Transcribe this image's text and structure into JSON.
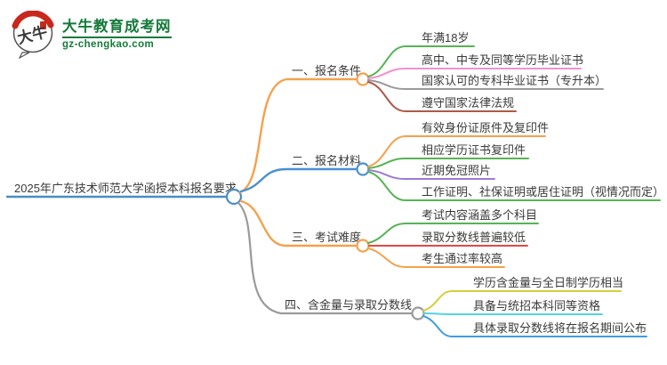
{
  "logo": {
    "badge_text": "大牛",
    "site_name": "大牛教育成考网",
    "site_url": "gz-chengkao.com",
    "brand_green": "#157a3a",
    "seal_red": "#c9281c"
  },
  "mindmap": {
    "root": {
      "label": "2025年广东技术师范大学函授本科报名要求",
      "color": "#4a8cc6"
    },
    "branches": [
      {
        "label": "一、报名条件",
        "color": "#f5a14b",
        "items": [
          {
            "text": "年满18岁",
            "color": "#56b456"
          },
          {
            "text": "高中、中专及同等学历毕业证书",
            "color": "#f092ce"
          },
          {
            "text": "国家认可的专科毕业证书（专升本）",
            "color": "#9a9a9a"
          },
          {
            "text": "遵守国家法律法规",
            "color": "#ad5a49"
          }
        ]
      },
      {
        "label": "二、报名材料",
        "color": "#4a90d2",
        "items": [
          {
            "text": "有效身份证原件及复印件",
            "color": "#f5a14b"
          },
          {
            "text": "相应学历证书复印件",
            "color": "#56b456"
          },
          {
            "text": "近期免冠照片",
            "color": "#9c7bd4"
          },
          {
            "text": "工作证明、社保证明或居住证明（视情况而定）",
            "color": "#56b456"
          }
        ]
      },
      {
        "label": "三、考试难度",
        "color": "#f5a14b",
        "items": [
          {
            "text": "考试内容涵盖多个科目",
            "color": "#56b456"
          },
          {
            "text": "录取分数线普遍较低",
            "color": "#e24a45"
          },
          {
            "text": "考生通过率较高",
            "color": "#f5a14b"
          }
        ]
      },
      {
        "label": "四、含金量与录取分数线",
        "color": "#9a9a9a",
        "items": [
          {
            "text": "学历含金量与全日制学历相当",
            "color": "#d5cf3d"
          },
          {
            "text": "具备与统招本科同等资格",
            "color": "#53d3ea"
          },
          {
            "text": "具体录取分数线将在报名期间公布",
            "color": "#3f9de0"
          }
        ]
      }
    ]
  }
}
